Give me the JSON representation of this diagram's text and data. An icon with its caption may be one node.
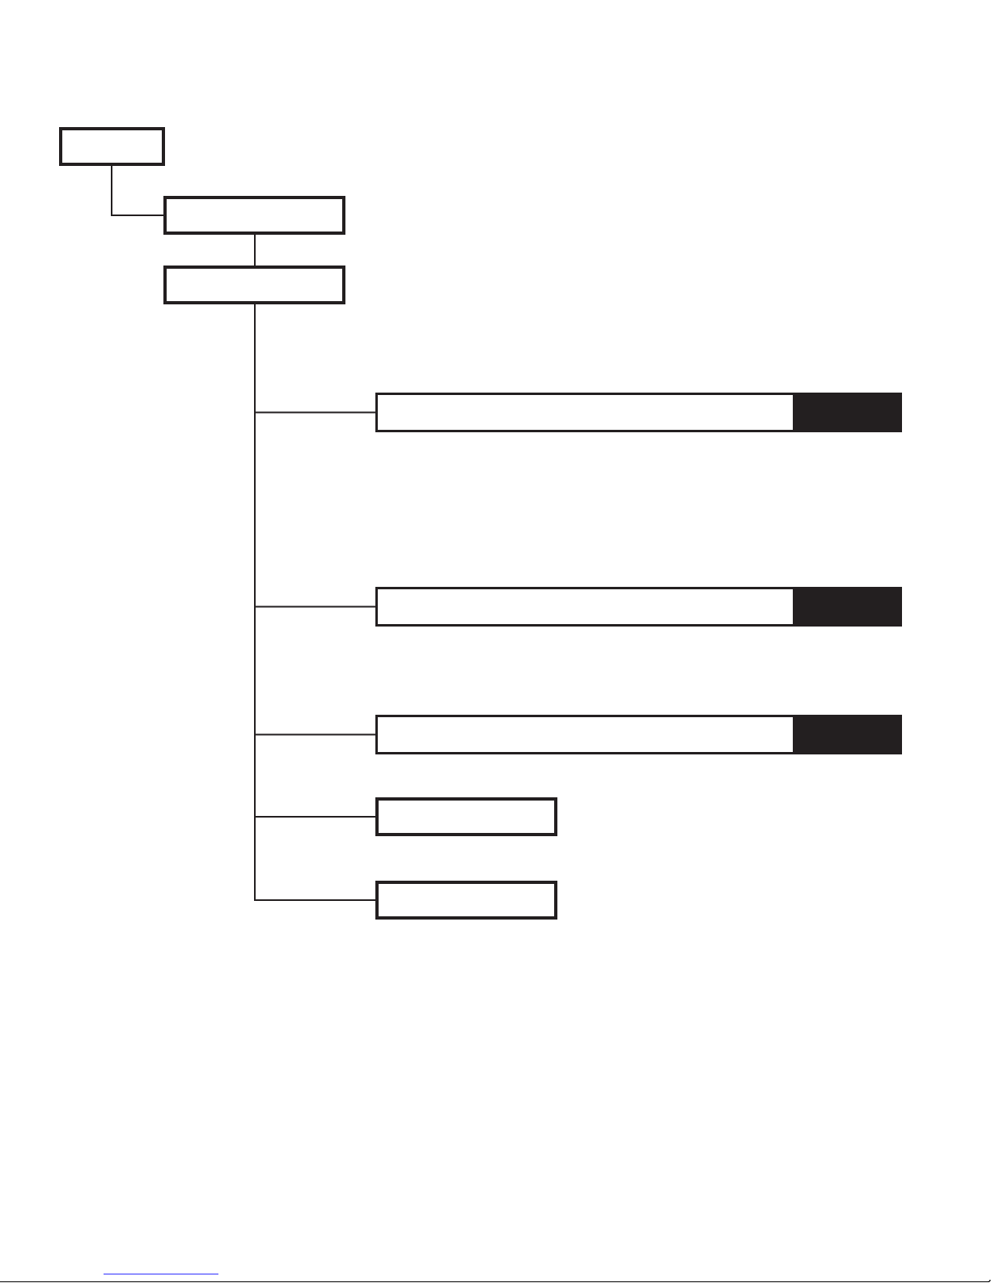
{
  "diagram": {
    "nodes": [
      {
        "text": [],
        "shape": "box"
      },
      {
        "text": [],
        "shape": "box"
      },
      {
        "text": [],
        "shape": "box"
      },
      {
        "text": [],
        "shape": "bar"
      },
      {
        "text": [],
        "shape": "bar"
      },
      {
        "text": [],
        "shape": "bar"
      },
      {
        "text": [],
        "shape": "box"
      },
      {
        "text": [],
        "shape": "box"
      }
    ],
    "edges": [
      {
        "from": 0,
        "to": 1,
        "arrow": "none"
      },
      {
        "from": 1,
        "to": 2,
        "arrow": "none"
      },
      {
        "from": 2,
        "to": 3,
        "arrow": "none"
      },
      {
        "from": 2,
        "to": 4,
        "arrow": "none"
      },
      {
        "from": 2,
        "to": 5,
        "arrow": "none"
      },
      {
        "from": 2,
        "to": 6,
        "arrow": "none"
      },
      {
        "from": 2,
        "to": 7,
        "arrow": "none"
      }
    ]
  }
}
